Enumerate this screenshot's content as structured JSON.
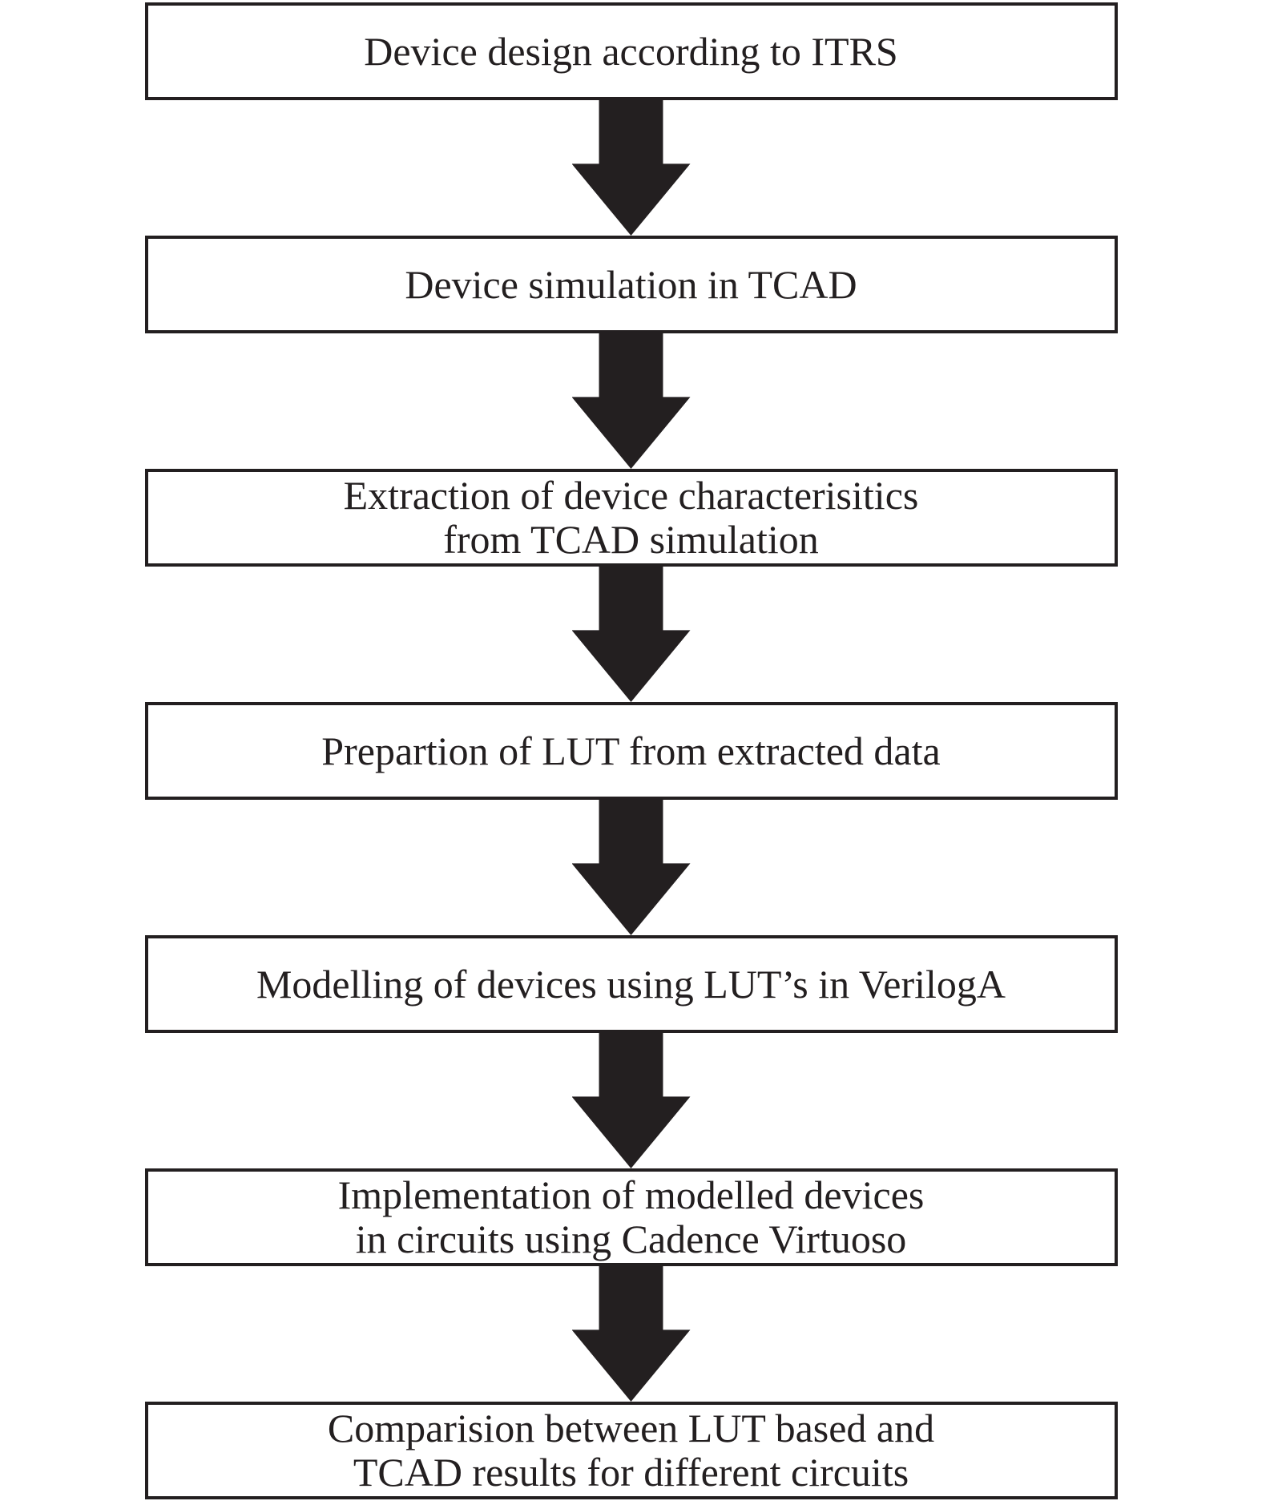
{
  "diagram": {
    "type": "flowchart",
    "direction": "top-down",
    "background_color": "#ffffff",
    "ink_color": "#231f20",
    "box_border_color": "#231f20",
    "arrow_color": "#231f20",
    "connector_icon": "down-block-arrow",
    "steps": [
      {
        "id": 1,
        "lines": [
          "Device design according to ITRS"
        ]
      },
      {
        "id": 2,
        "lines": [
          "Device simulation in TCAD"
        ]
      },
      {
        "id": 3,
        "lines": [
          "Extraction of device characterisitics",
          "from TCAD simulation"
        ]
      },
      {
        "id": 4,
        "lines": [
          "Prepartion of LUT from extracted data"
        ]
      },
      {
        "id": 5,
        "lines": [
          "Modelling of devices using LUT’s in VerilogA"
        ]
      },
      {
        "id": 6,
        "lines": [
          "Implementation of modelled devices",
          "in circuits using Cadence Virtuoso"
        ]
      },
      {
        "id": 7,
        "lines": [
          "Comparision between LUT based and",
          "TCAD results for different circuits"
        ]
      }
    ]
  }
}
